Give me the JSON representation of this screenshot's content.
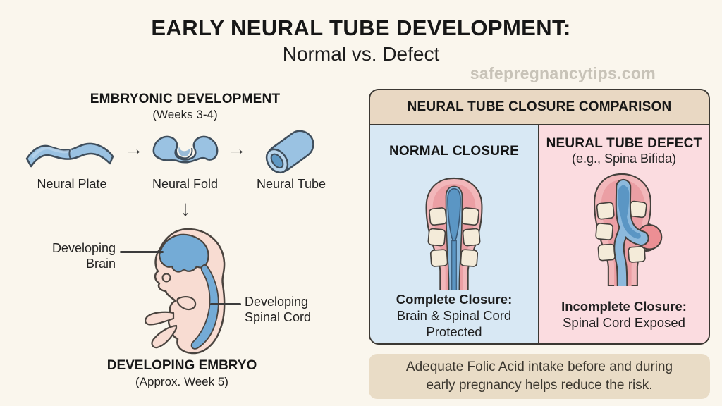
{
  "header": {
    "title_line1": "EARLY NEURAL TUBE DEVELOPMENT:",
    "title_line2": "Normal vs. Defect",
    "watermark": "safepregnancytips.com"
  },
  "left_section": {
    "heading": "EMBRYONIC DEVELOPMENT",
    "subheading": "(Weeks 3-4)",
    "stage_labels": [
      "Neural Plate",
      "Neural Fold",
      "Neural Tube"
    ],
    "right_arrow": "→",
    "down_arrow": "↓",
    "brain_label_line1": "Developing",
    "brain_label_line2": "Brain",
    "cord_label_line1": "Developing",
    "cord_label_line2": "Spinal Cord",
    "embryo_heading": "DEVELOPING EMBRYO",
    "embryo_subheading": "(Approx. Week 5)"
  },
  "comparison_panel": {
    "header": "NEURAL TUBE CLOSURE COMPARISON",
    "normal_column": {
      "title": "NORMAL CLOSURE",
      "caption_title": "Complete Closure:",
      "caption_line2": "Brain & Spinal Cord",
      "caption_line3": "Protected"
    },
    "defect_column": {
      "title": "NEURAL TUBE DEFECT",
      "subtitle": "(e.g., Spina Bifida)",
      "caption_title": "Incomplete Closure:",
      "caption_line2": "Spinal Cord Exposed"
    }
  },
  "footnote": {
    "line1": "Adequate Folic Acid intake before and during",
    "line2": "early pregnancy helps reduce the risk."
  },
  "colors": {
    "background": "#faf6ed",
    "title_text": "#171717",
    "watermark": "#c8c3b8",
    "panel_header_bg": "#e9d8c3",
    "normal_column_bg": "#d8e8f4",
    "defect_column_bg": "#fbdce0",
    "note_bg": "#e9dcc6",
    "shape_blue": "#9ac2e2",
    "shape_blue_dark": "#5b96c4",
    "blue_outline": "#3f4e5c",
    "tissue_pink_light": "#f2b7ba",
    "tissue_pink_dark": "#eb9fa4",
    "sac_pink": "#ec8f94",
    "vertebra_cream": "#f4ebd9",
    "embryo_skin": "#f8dcd2",
    "dark_outline": "#44403c"
  }
}
